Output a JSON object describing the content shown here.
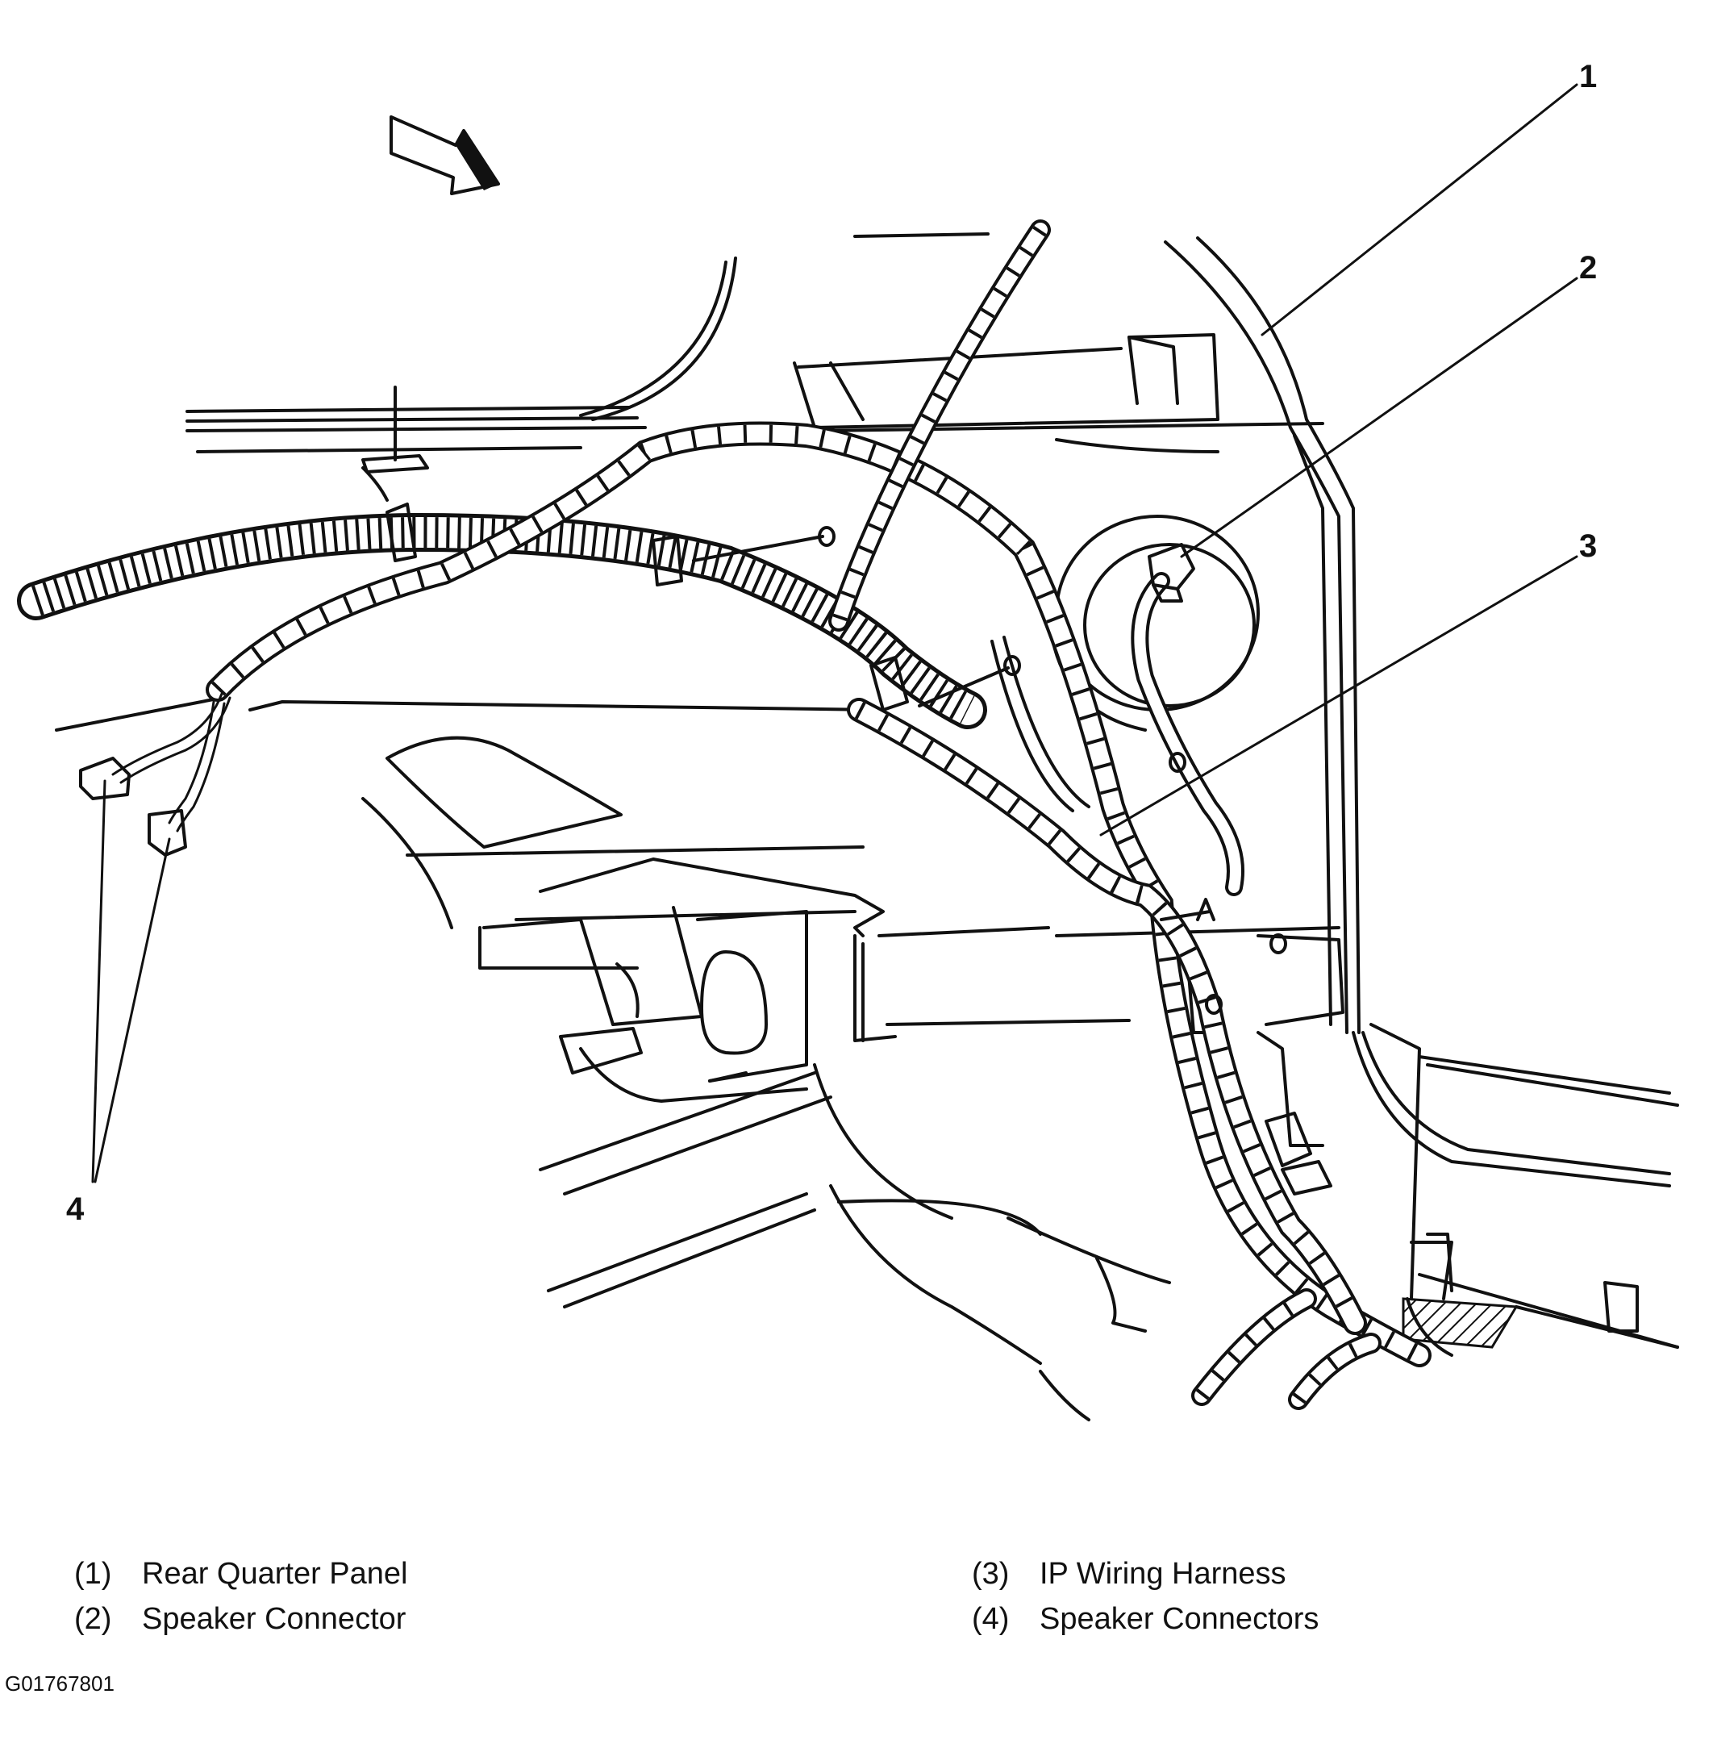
{
  "callouts": [
    {
      "num": "1",
      "name": "Rear Quarter Panel"
    },
    {
      "num": "2",
      "name": "Speaker Connector"
    },
    {
      "num": "3",
      "name": "IP Wiring Harness"
    },
    {
      "num": "4",
      "name": "Speaker Connectors"
    }
  ],
  "legend": [
    {
      "num": "(1)",
      "label": "Rear Quarter Panel"
    },
    {
      "num": "(2)",
      "label": "Speaker Connector"
    },
    {
      "num": "(3)",
      "label": "IP Wiring Harness"
    },
    {
      "num": "(4)",
      "label": "Speaker Connectors"
    }
  ],
  "figure_id": "G01767801"
}
